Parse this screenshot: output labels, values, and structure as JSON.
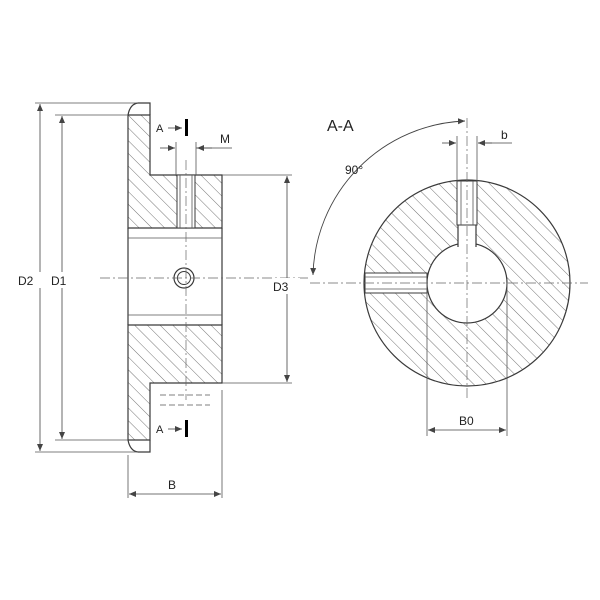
{
  "labels": {
    "d2": "D2",
    "d1": "D1",
    "d3": "D3",
    "b": "B",
    "m": "M",
    "section_mark_top": "A",
    "section_mark_bottom": "A",
    "section_title": "A-A",
    "angle": "90°",
    "keyway_width": "b",
    "bore": "B0"
  },
  "colors": {
    "line": "#3a3a3a",
    "hatch": "#666666",
    "section_mark": "#000000"
  }
}
